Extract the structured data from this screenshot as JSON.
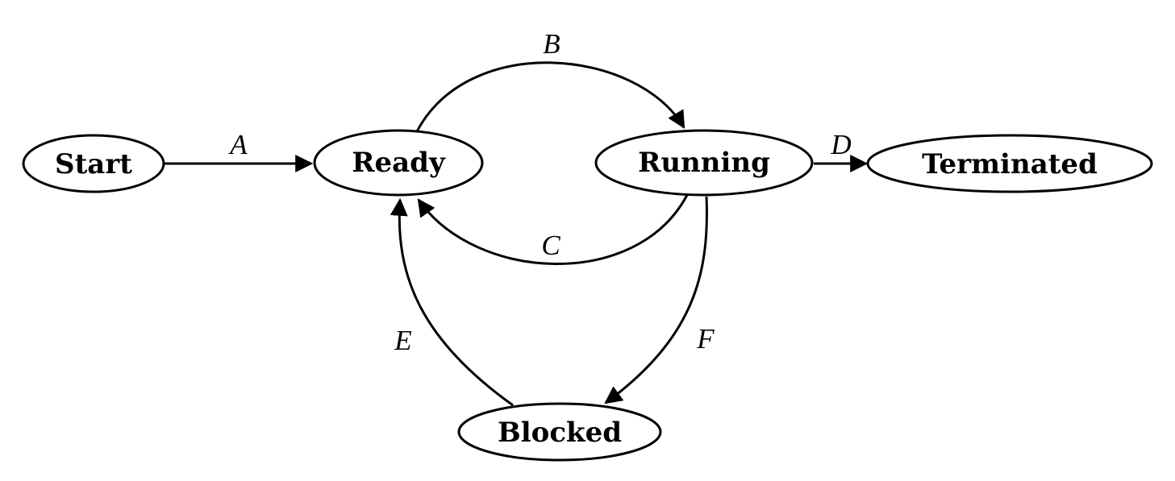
{
  "diagram": {
    "nodes": {
      "start": {
        "label": "Start"
      },
      "ready": {
        "label": "Ready"
      },
      "running": {
        "label": "Running"
      },
      "terminated": {
        "label": "Terminated"
      },
      "blocked": {
        "label": "Blocked"
      }
    },
    "edges": {
      "a": {
        "label": "A",
        "from": "Start",
        "to": "Ready"
      },
      "b": {
        "label": "B",
        "from": "Ready",
        "to": "Running"
      },
      "c": {
        "label": "C",
        "from": "Running",
        "to": "Ready"
      },
      "d": {
        "label": "D",
        "from": "Running",
        "to": "Terminated"
      },
      "e": {
        "label": "E",
        "from": "Blocked",
        "to": "Ready"
      },
      "f": {
        "label": "F",
        "from": "Running",
        "to": "Blocked"
      }
    }
  }
}
